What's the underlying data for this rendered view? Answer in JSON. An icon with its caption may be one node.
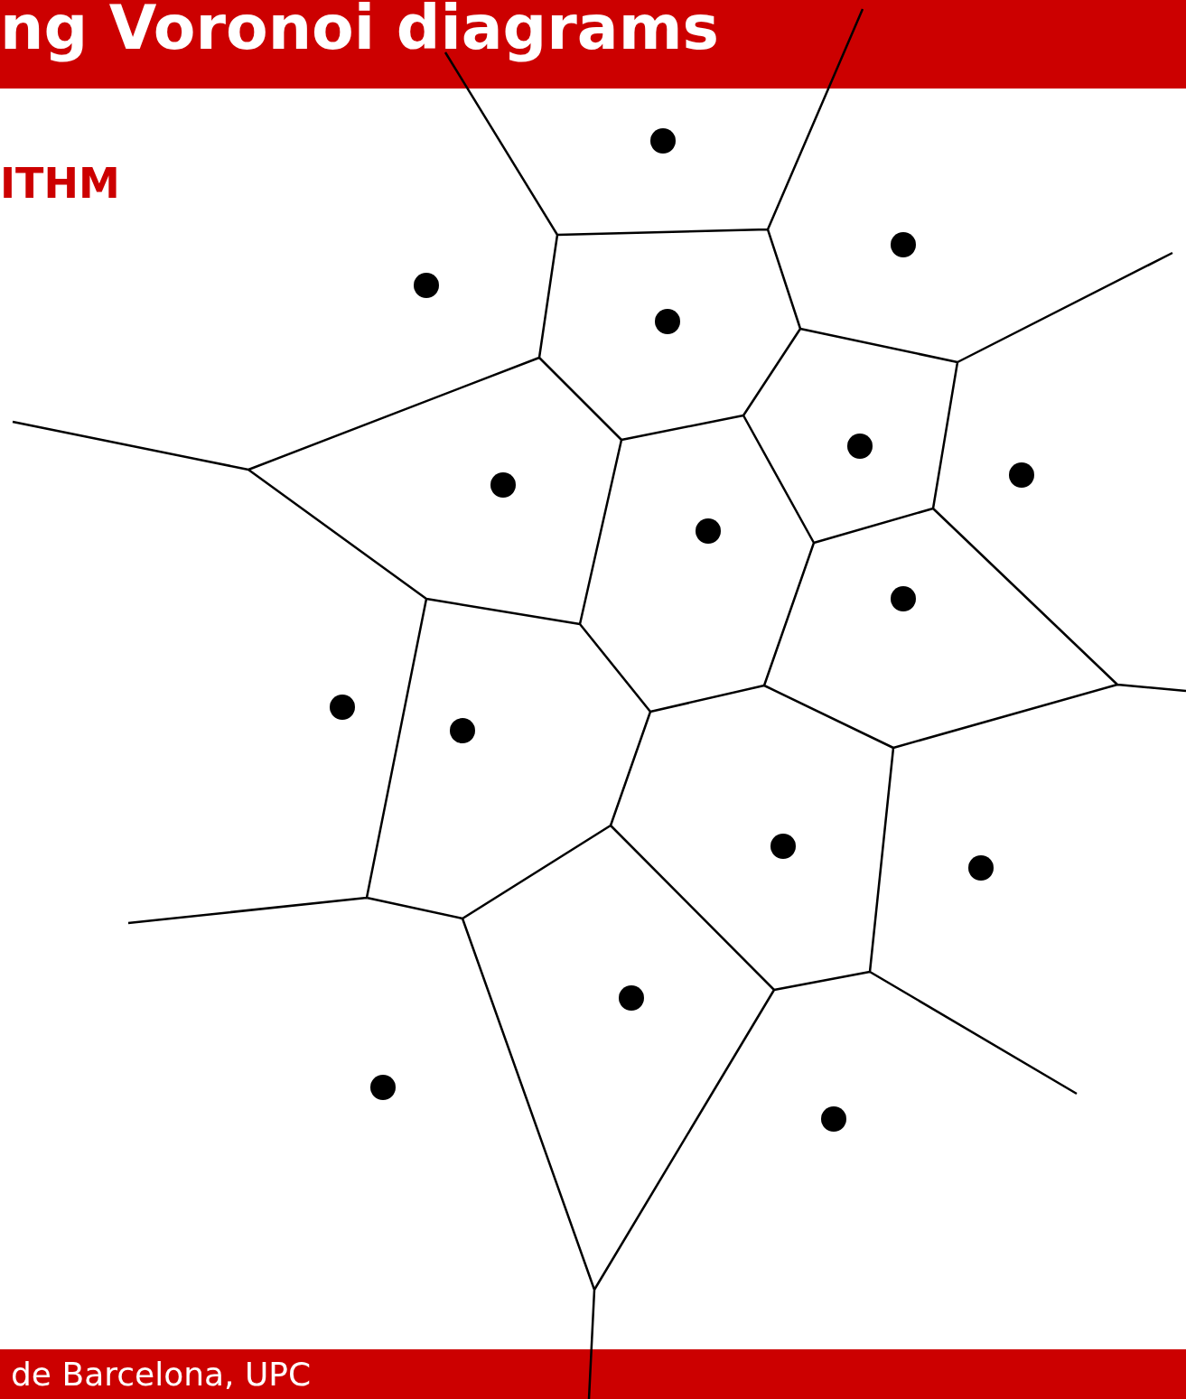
{
  "diagram": {
    "title": "ng Voronoi diagrams",
    "caption": "de Barcelona, UPC",
    "labels": [
      "ITHM"
    ]
  }
}
